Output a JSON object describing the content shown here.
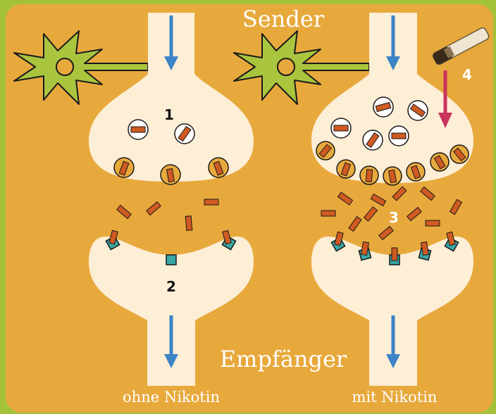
{
  "labels": {
    "sender": "Sender",
    "receiver": "Empfänger",
    "without_nicotine": "ohne Nikotin",
    "with_nicotine": "mit Nikotin",
    "marker_1": "1",
    "marker_2": "2",
    "marker_3": "3",
    "marker_4": "4"
  },
  "colors": {
    "frame": "#a3c23a",
    "background": "#e8a93c",
    "cell": "#fdeed6",
    "neuron": "#a9c43d",
    "neurotransmitter": "#cf5a22",
    "receptor": "#3aa7a4",
    "signal_arrow": "#3b84c6",
    "nicotine_arrow": "#c9335d"
  },
  "icons": {
    "neuron": "neuron-icon",
    "cigarette": "cigarette-icon",
    "signal_arrow": "arrow-down-icon"
  }
}
